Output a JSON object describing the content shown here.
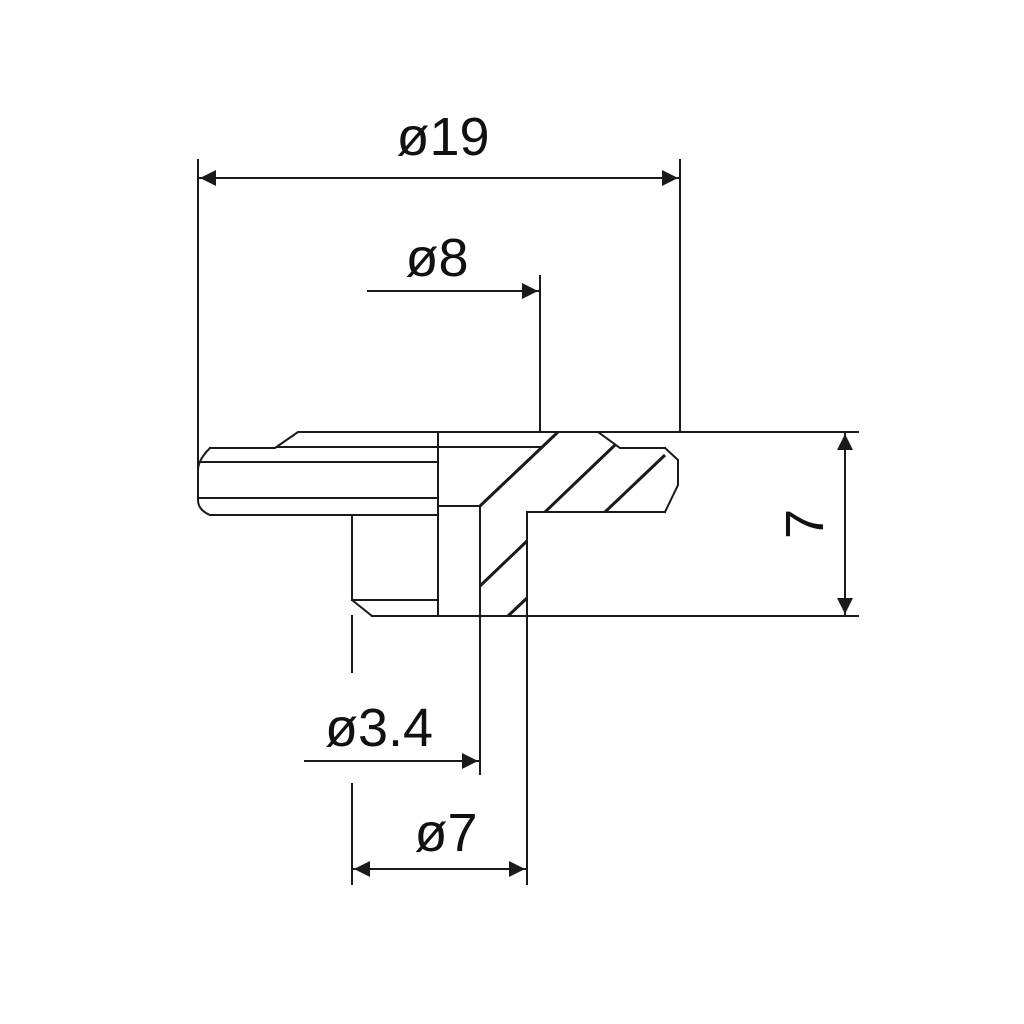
{
  "dimensions": {
    "outer_diameter": "ø19",
    "hub_diameter": "ø8",
    "bore_diameter": "ø3.4",
    "shank_diameter": "ø7",
    "height": "7"
  },
  "colors": {
    "line": "#1a1a1a",
    "background": "#ffffff"
  }
}
